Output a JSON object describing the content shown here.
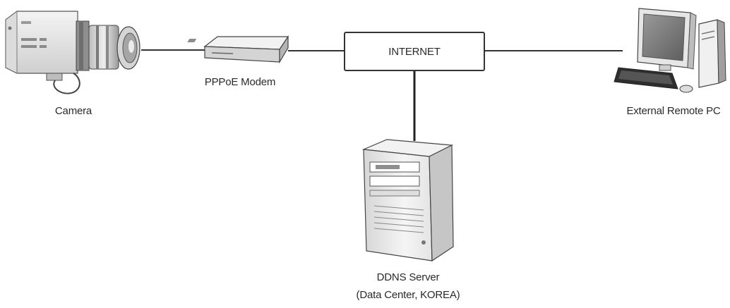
{
  "nodes": {
    "camera": {
      "label": "Camera"
    },
    "modem": {
      "label": "PPPoE Modem"
    },
    "internet": {
      "label": "INTERNET"
    },
    "pc": {
      "label": "External Remote PC"
    },
    "ddns": {
      "label_line1": "DDNS Server",
      "label_line2": "(Data Center, KOREA)"
    }
  },
  "edges": [
    {
      "from": "camera",
      "to": "modem"
    },
    {
      "from": "modem",
      "to": "internet"
    },
    {
      "from": "internet",
      "to": "pc"
    },
    {
      "from": "internet",
      "to": "ddns"
    }
  ]
}
